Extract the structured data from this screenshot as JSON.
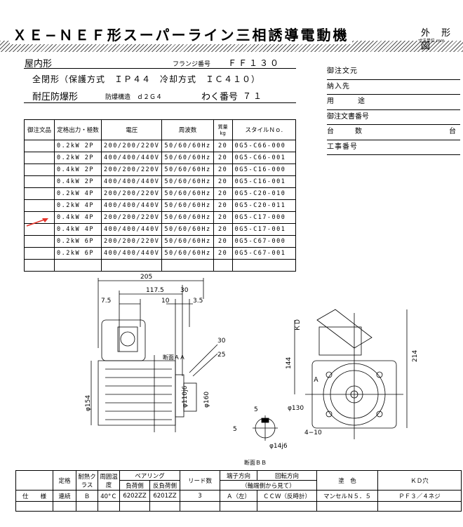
{
  "header": {
    "title": "ＸＥ−ＮＥＦ形スーパーライン三相誘導電動機",
    "drawing_type": "外 形 図",
    "unit_note": "寸法単位 mm"
  },
  "info": {
    "indoor": "屋内形",
    "flange_label": "フランジ番号",
    "flange_value": "ＦＦ１３０",
    "enclosure": "全閉形（保護方式　ＩＰ４４　冷却方式　ＩＣ４１０）",
    "explosion": "耐圧防爆形",
    "explosion_structure": "防爆構造　ｄ２Ｇ４",
    "frame_label": "わく番号",
    "frame_value": "７１"
  },
  "order_fields": [
    "御注文元",
    "納入先",
    "用　　　途",
    "御注文書番号",
    "台　　　数",
    "工事番号"
  ],
  "order_unit": "台",
  "spec_table": {
    "headers": [
      "御注文品",
      "定格出力・極数",
      "電圧",
      "周波数",
      "質量 kg",
      "スタイルＮｏ."
    ],
    "rows": [
      [
        "",
        "0.2kW 2P",
        "200/200/220V",
        "50/60/60Hz",
        "20",
        "0G5-C66-000"
      ],
      [
        "",
        "0.2kW 2P",
        "400/400/440V",
        "50/60/60Hz",
        "20",
        "0G5-C66-001"
      ],
      [
        "",
        "0.4kW 2P",
        "200/200/220V",
        "50/60/60Hz",
        "20",
        "0G5-C16-000"
      ],
      [
        "",
        "0.4kW 2P",
        "400/400/440V",
        "50/60/60Hz",
        "20",
        "0G5-C16-001"
      ],
      [
        "",
        "0.2kW 4P",
        "200/200/220V",
        "50/60/60Hz",
        "20",
        "0G5-C20-010"
      ],
      [
        "",
        "0.2kW 4P",
        "400/400/440V",
        "50/60/60Hz",
        "20",
        "0G5-C20-011"
      ],
      [
        "",
        "0.4kW 4P",
        "200/200/220V",
        "50/60/60Hz",
        "20",
        "0G5-C17-000"
      ],
      [
        "",
        "0.4kW 4P",
        "400/400/440V",
        "50/60/60Hz",
        "20",
        "0G5-C17-001"
      ],
      [
        "",
        "0.2kW 6P",
        "200/200/220V",
        "50/60/60Hz",
        "20",
        "0G5-C67-000"
      ],
      [
        "",
        "0.2kW 6P",
        "400/400/440V",
        "50/60/60Hz",
        "20",
        "0G5-C67-001"
      ],
      [
        "",
        "",
        "",
        "",
        "",
        ""
      ]
    ]
  },
  "dimensions": {
    "d205": "205",
    "d117_5": "117.5",
    "d30a": "30",
    "d7_5": "7.5",
    "d10": "10",
    "d3_5": "3.5",
    "d30b": "30",
    "d25": "25",
    "section_aa": "断面ＡＡ",
    "d154": "φ154",
    "d110": "φ110j6",
    "d160": "φ160",
    "d5a": "5",
    "d5b": "5",
    "d14": "φ14j6",
    "section_bb": "断面ＢＢ",
    "kd": "ＫＤ",
    "d144": "144",
    "d214": "214",
    "a_label": "Ａ",
    "d130": "φ130",
    "d4_10": "4−10"
  },
  "bottom_table": {
    "headers": {
      "rating": "定格",
      "insulation": "耐熱クラス",
      "ambient": "周囲温度",
      "bearing": "ベアリング",
      "load_side": "負荷側",
      "anti_load_side": "反負荷側",
      "leads": "リード数",
      "terminal": "端子方向",
      "rotation": "回転方向",
      "rotation_note": "（軸端側から見て）",
      "paint": "塗　色",
      "kd_hole": "ＫＤ穴"
    },
    "row": {
      "label": "仕　　様",
      "rating": "連続",
      "insulation": "Ｂ",
      "ambient": "40°Ｃ",
      "load_side": "6202ZZ",
      "anti_load_side": "6201ZZ",
      "leads": "3",
      "terminal": "Ａ（左）",
      "rotation": "ＣＣＷ（反時計）",
      "paint": "マンセルＮ５．５",
      "kd_hole": "ＰＦ３／４ネジ"
    }
  },
  "colors": {
    "arrow": "#e5332a",
    "hatch": "#555555"
  }
}
